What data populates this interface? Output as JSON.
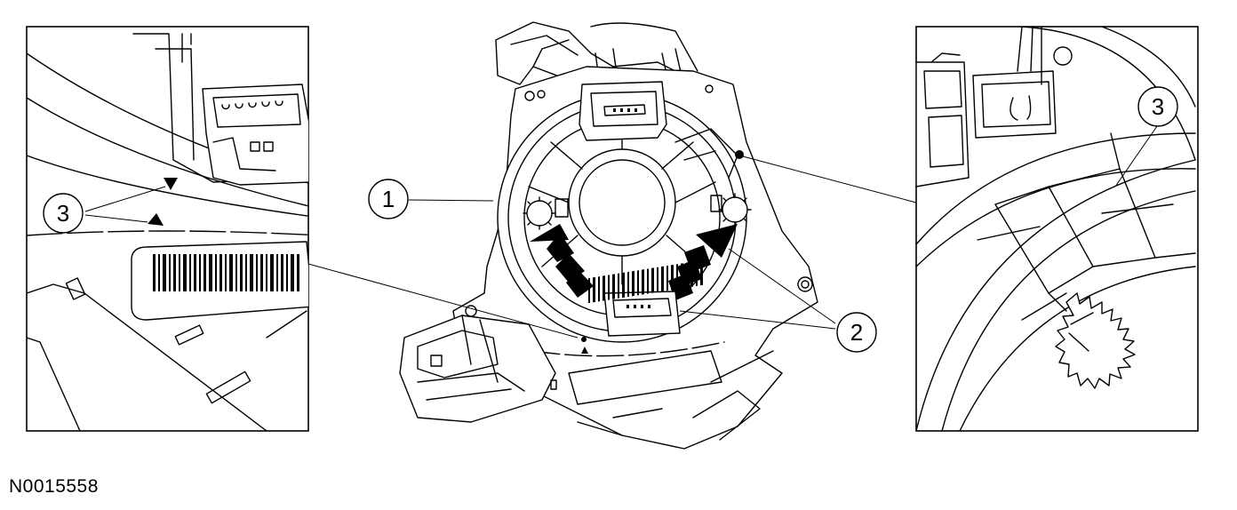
{
  "figure_id": "N0015558",
  "callouts": {
    "c1": "1",
    "c2": "2",
    "c3_left": "3",
    "c3_right": "3"
  },
  "colors": {
    "ink": "#000000",
    "paper": "#ffffff"
  }
}
